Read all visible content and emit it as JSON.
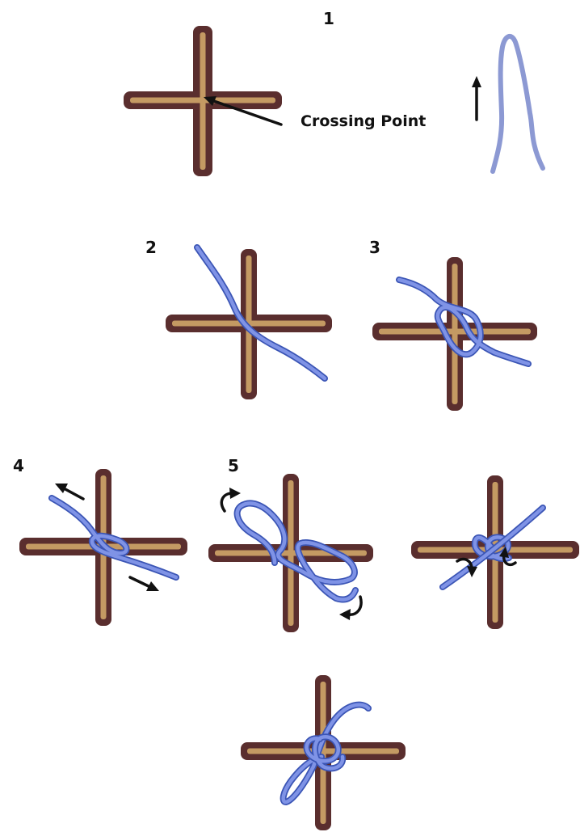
{
  "title": "",
  "steps": [
    {
      "id": "1",
      "label": "1",
      "callout": "Crossing Point"
    },
    {
      "id": "2",
      "label": "2"
    },
    {
      "id": "3",
      "label": "3"
    },
    {
      "id": "4",
      "label": "4"
    },
    {
      "id": "5",
      "label": "5"
    },
    {
      "id": "6",
      "label": ""
    },
    {
      "id": "7",
      "label": ""
    }
  ],
  "colors": {
    "stick_outline": "#5a2e2e",
    "stick_fill": "#c49a63",
    "cord_outline": "#3b55b5",
    "cord_fill": "#7f93e6",
    "cord_plain": "#8c99d3",
    "arrow": "#111111"
  }
}
